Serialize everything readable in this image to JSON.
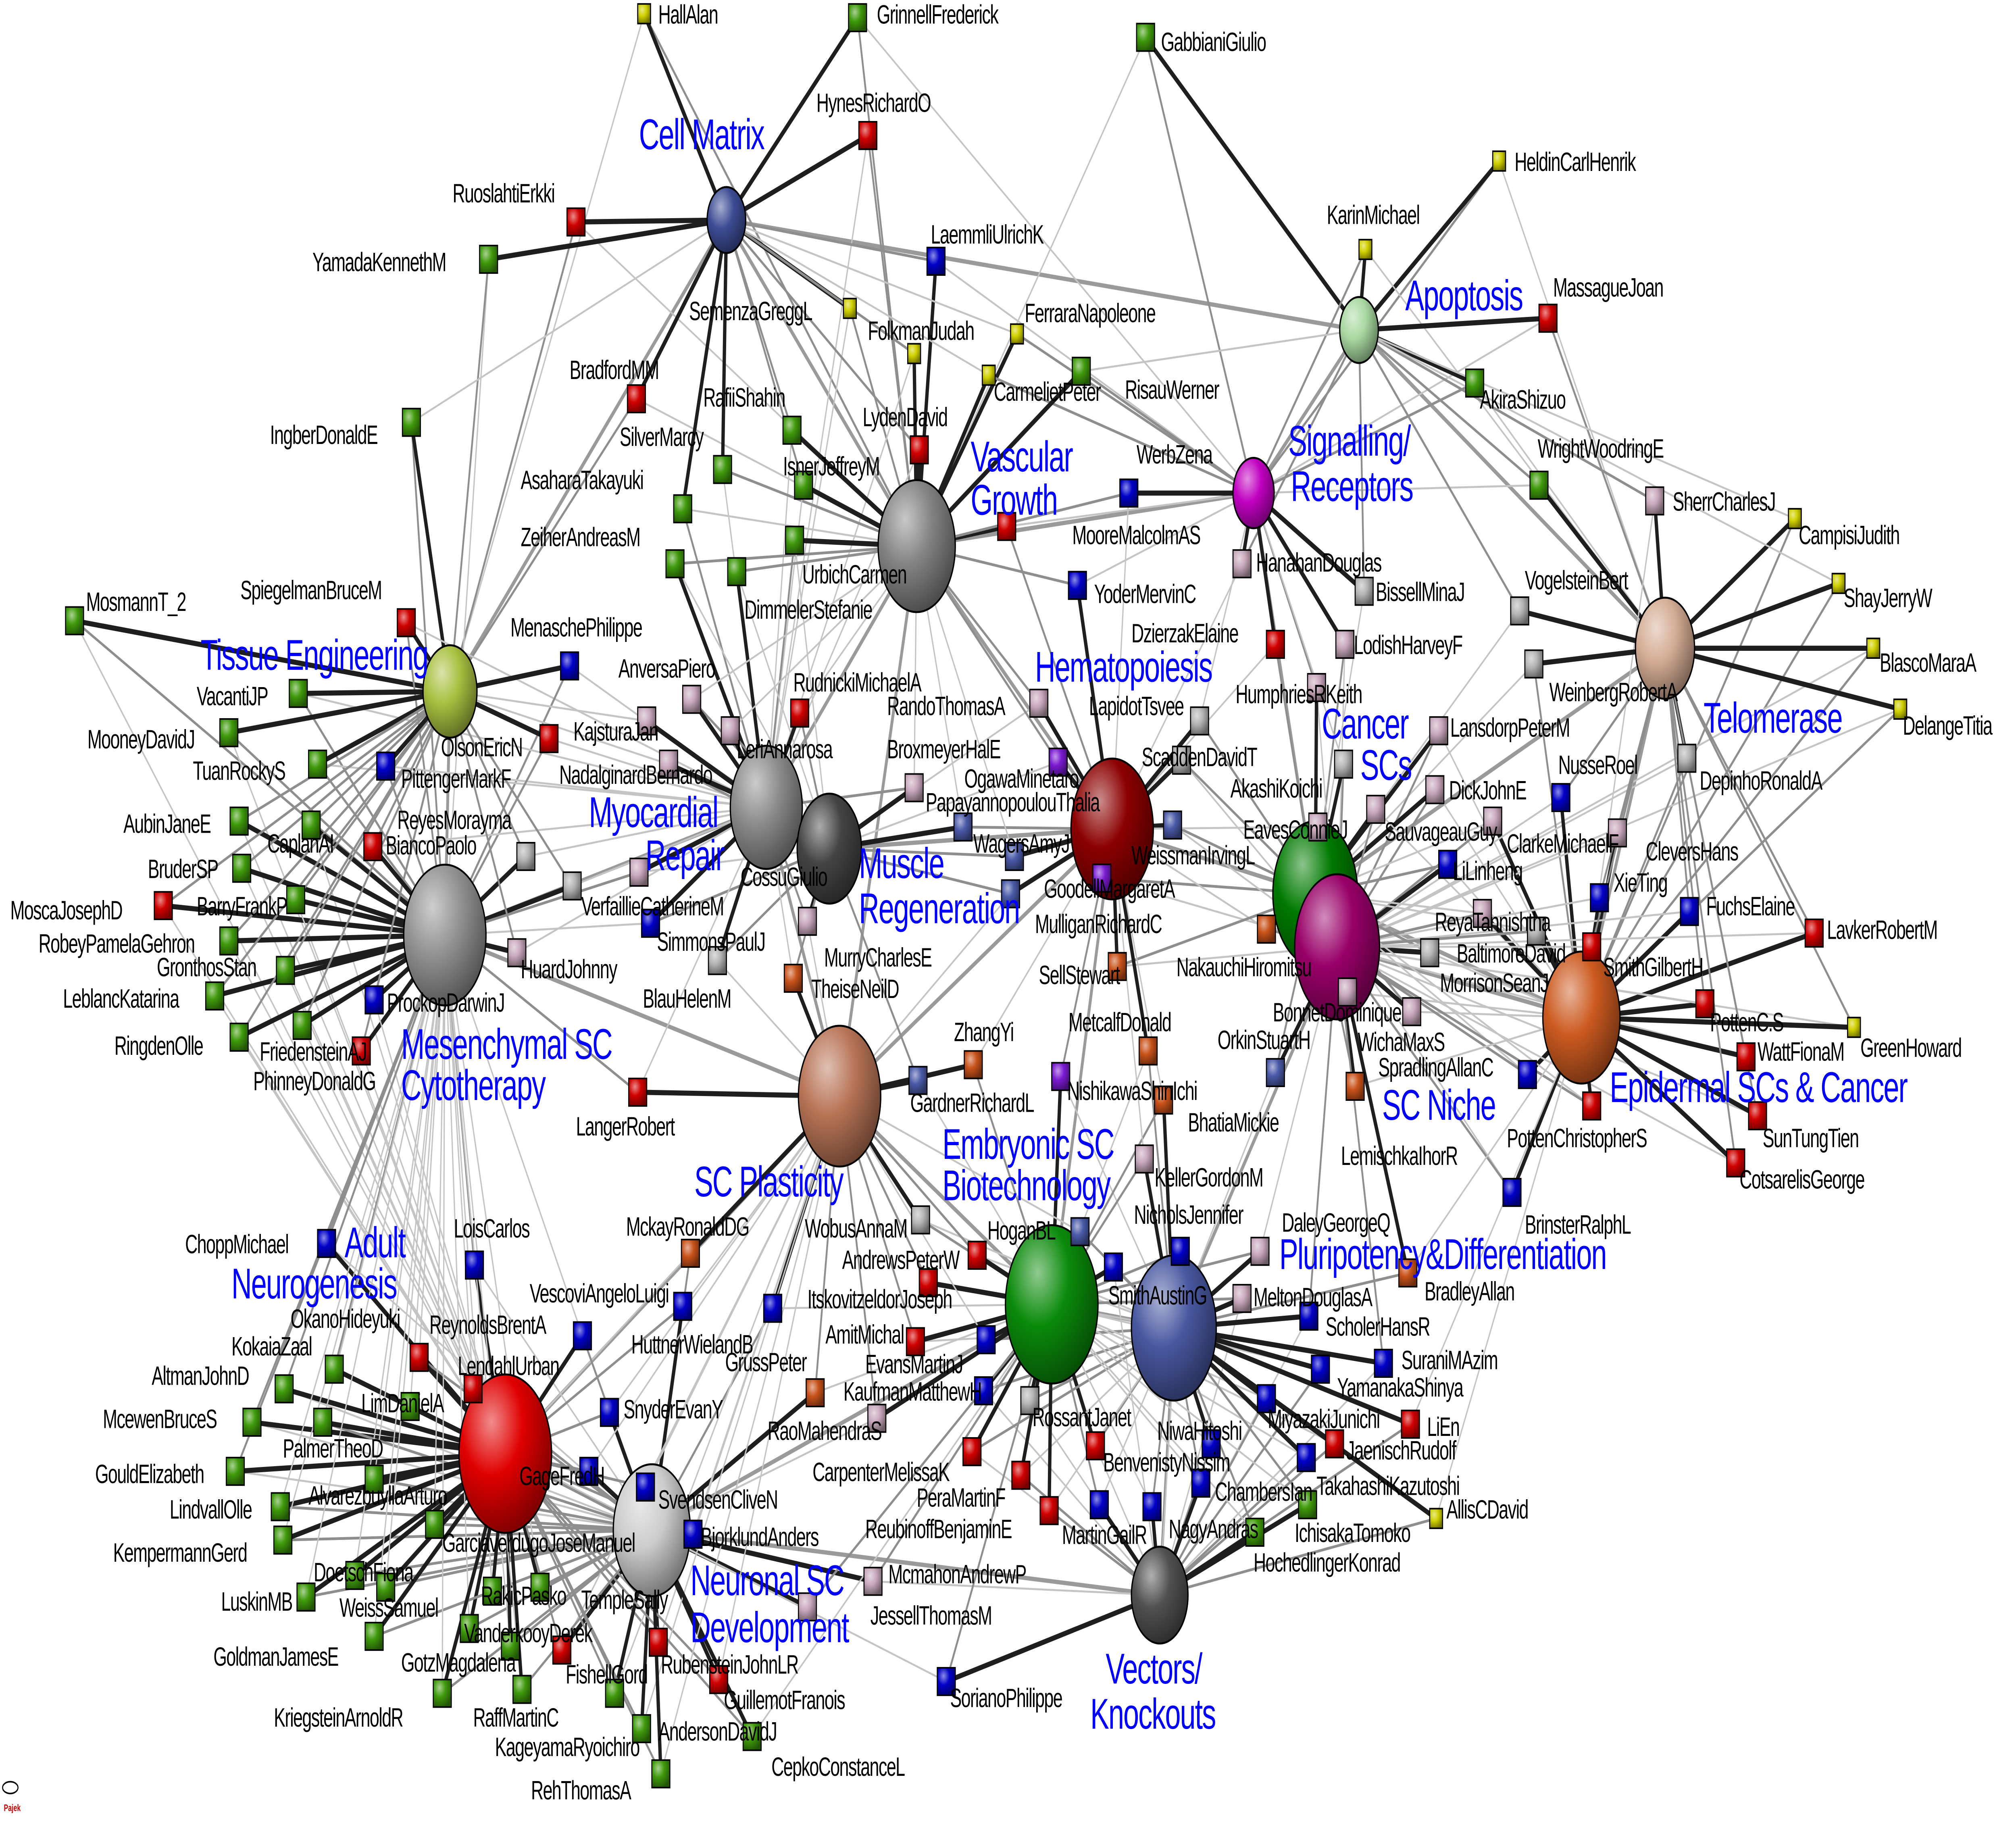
{
  "logo": "Pajek",
  "palette": {
    "g": "#3f9a0c",
    "r": "#d00000",
    "b": "#0000c8",
    "p": "#c8a8bc",
    "s": "#b4b4b4",
    "o": "#c8521a",
    "y": "#d0d000",
    "v": "#7a1ad0",
    "sb": "#4a5aa8"
  },
  "topics": [
    {
      "lines": [
        "Cell Matrix"
      ],
      "color": "#3c4c94"
    },
    {
      "lines": [
        "Vascular",
        "Growth"
      ],
      "color": "#848484"
    },
    {
      "lines": [
        "Apoptosis"
      ],
      "color": "#a8d8a0"
    },
    {
      "lines": [
        "Signalling/",
        "Receptors"
      ],
      "color": "#c000c0"
    },
    {
      "lines": [
        "Telomerase"
      ],
      "color": "#d4ac94"
    },
    {
      "lines": [
        "Tissue Engineering"
      ],
      "color": "#a8c040"
    },
    {
      "lines": [
        "Myocardial",
        "Repair"
      ],
      "color": "#8c8c8c"
    },
    {
      "lines": [
        "Muscle",
        "Regeneration"
      ],
      "color": "#444444"
    },
    {
      "lines": [
        "Hematopoiesis"
      ],
      "color": "#8b0000"
    },
    {
      "lines": [
        "Cancer",
        "SCs"
      ],
      "color": "#007a00"
    },
    {
      "lines": [
        "SC Niche"
      ],
      "color": "#980068"
    },
    {
      "lines": [
        "Mesenchymal SC",
        "Cytotherapy"
      ],
      "color": "#939393"
    },
    {
      "lines": [
        "Epidermal SCs & Cancer"
      ],
      "color": "#cc5a20"
    },
    {
      "lines": [
        "SC Plasticity"
      ],
      "color": "#b87456"
    },
    {
      "lines": [
        "Embryonic SC",
        "Biotechnology"
      ],
      "color": "#0a8a0a"
    },
    {
      "lines": [
        "Pluripotency&Differentiation"
      ],
      "color": "#4858a0"
    },
    {
      "lines": [
        "Adult",
        "Neurogenesis"
      ],
      "color": "#e00000"
    },
    {
      "lines": [
        "Neuronal SC",
        "Development"
      ],
      "color": "#cccccc"
    },
    {
      "lines": [
        "Vectors/",
        "Knockouts"
      ],
      "color": "#505050"
    }
  ],
  "authors": [
    {
      "name": "HallAlan",
      "c": "y"
    },
    {
      "name": "GrinnellFrederick",
      "c": "g"
    },
    {
      "name": "GabbianiGiulio",
      "c": "g"
    },
    {
      "name": "HynesRichardO",
      "c": "r"
    },
    {
      "name": "RuoslahtiErkki",
      "c": "r"
    },
    {
      "name": "YamadaKennethM",
      "c": "g"
    },
    {
      "name": "HeldinCarlHenrik",
      "c": "y"
    },
    {
      "name": "KarinMichael",
      "c": "y"
    },
    {
      "name": "MassagueJoan",
      "c": "r"
    },
    {
      "name": "LaemmliUlrichK",
      "c": "b"
    },
    {
      "name": "SemenzaGreggL",
      "c": "y"
    },
    {
      "name": "FolkmanJudah",
      "c": "y"
    },
    {
      "name": "FerraraNapoleone",
      "c": "y"
    },
    {
      "name": "CarmelietPeter",
      "c": "y"
    },
    {
      "name": "RisauWerner",
      "c": "g"
    },
    {
      "name": "AkiraShizuo",
      "c": "g"
    },
    {
      "name": "BradfordMM",
      "c": "r"
    },
    {
      "name": "RafiiShahin",
      "c": "g"
    },
    {
      "name": "SilverMarcy",
      "c": "g"
    },
    {
      "name": "IsnerJeffreyM",
      "c": "g"
    },
    {
      "name": "LydenDavid",
      "c": "r"
    },
    {
      "name": "IngberDonaldE",
      "c": "g"
    },
    {
      "name": "AsaharaTakayuki",
      "c": "g"
    },
    {
      "name": "ZeiherAndreasM",
      "c": "g"
    },
    {
      "name": "UrbichCarmen",
      "c": "g"
    },
    {
      "name": "DimmelerStefanie",
      "c": "g"
    },
    {
      "name": "MooreMalcolmAS",
      "c": "r"
    },
    {
      "name": "WerbZena",
      "c": "b"
    },
    {
      "name": "YoderMervinC",
      "c": "b"
    },
    {
      "name": "WrightWoodringE",
      "c": "g"
    },
    {
      "name": "SherrCharlesJ",
      "c": "p"
    },
    {
      "name": "CampisiJudith",
      "c": "y"
    },
    {
      "name": "ShayJerryW",
      "c": "y"
    },
    {
      "name": "BlascoMaraA",
      "c": "y"
    },
    {
      "name": "DelangeTitia",
      "c": "y"
    },
    {
      "name": "VogelsteinBert",
      "c": "s"
    },
    {
      "name": "WeinbergRobertA",
      "c": "s"
    },
    {
      "name": "DepinhoRonaldA",
      "c": "s"
    },
    {
      "name": "HanahanDouglas",
      "c": "p"
    },
    {
      "name": "BissellMinaJ",
      "c": "s"
    },
    {
      "name": "LodishHarveyF",
      "c": "p"
    },
    {
      "name": "DzierzakElaine",
      "c": "r"
    },
    {
      "name": "HumphriesRKeith",
      "c": "p"
    },
    {
      "name": "MosmannT_2",
      "c": "g"
    },
    {
      "name": "SpiegelmanBruceM",
      "c": "r"
    },
    {
      "name": "MenaschePhilippe",
      "c": "b"
    },
    {
      "name": "VacantiJP",
      "c": "g"
    },
    {
      "name": "MooneyDavidJ",
      "c": "g"
    },
    {
      "name": "TuanRockyS",
      "c": "g"
    },
    {
      "name": "AubinJaneE",
      "c": "g"
    },
    {
      "name": "CaplanAI",
      "c": "g"
    },
    {
      "name": "BruderSP",
      "c": "g"
    },
    {
      "name": "MoscaJosephD",
      "c": "r"
    },
    {
      "name": "BarryFrankP",
      "c": "g"
    },
    {
      "name": "RobeyPamelaGehron",
      "c": "g"
    },
    {
      "name": "GronthosStan",
      "c": "g"
    },
    {
      "name": "LeblancKatarina",
      "c": "g"
    },
    {
      "name": "RingdenOlle",
      "c": "g"
    },
    {
      "name": "FriedensteinAJ",
      "c": "g"
    },
    {
      "name": "PhinneyDonaldG",
      "c": "r"
    },
    {
      "name": "ProckopDarwinJ",
      "c": "b"
    },
    {
      "name": "PittengerMarkF",
      "c": "b"
    },
    {
      "name": "OlsonEricN",
      "c": "r"
    },
    {
      "name": "BiancoPaolo",
      "c": "r"
    },
    {
      "name": "ReyesMorayma",
      "c": "s"
    },
    {
      "name": "KajsturaJan",
      "c": "p"
    },
    {
      "name": "AnversaPiero",
      "c": "p"
    },
    {
      "name": "NadalginardBernardo",
      "c": "p"
    },
    {
      "name": "LeriAnnarosa",
      "c": "p"
    },
    {
      "name": "RudnickiMichaelA",
      "c": "r"
    },
    {
      "name": "VerfaillieCatherineM",
      "c": "s"
    },
    {
      "name": "CossuGiulio",
      "c": "p"
    },
    {
      "name": "SimmonsPaulJ",
      "c": "b"
    },
    {
      "name": "HuardJohnny",
      "c": "p"
    },
    {
      "name": "BlauHelenM",
      "c": "s"
    },
    {
      "name": "MurryCharlesE",
      "c": "p"
    },
    {
      "name": "TheiseNeilD",
      "c": "o"
    },
    {
      "name": "RandoThomasA",
      "c": "p"
    },
    {
      "name": "BroxmeyerHalE",
      "c": "p"
    },
    {
      "name": "OgawaMinetaro",
      "c": "v"
    },
    {
      "name": "PapayannopoulouThalia",
      "c": "sb"
    },
    {
      "name": "WagersAmyJ",
      "c": "sb"
    },
    {
      "name": "GoodellMargaretA",
      "c": "sb"
    },
    {
      "name": "MulliganRichardC",
      "c": "v"
    },
    {
      "name": "LapidotTsvee",
      "c": "s"
    },
    {
      "name": "ScaddenDavidT",
      "c": "s"
    },
    {
      "name": "AkashiKoichi",
      "c": "s"
    },
    {
      "name": "WeissmanIrvingL",
      "c": "sb"
    },
    {
      "name": "EavesConnieJ",
      "c": "p"
    },
    {
      "name": "NakauchiHiromitsu",
      "c": "o"
    },
    {
      "name": "SellStewart",
      "c": "o"
    },
    {
      "name": "BonnetDominique",
      "c": "p"
    },
    {
      "name": "OrkinStuartH",
      "c": "sb"
    },
    {
      "name": "MetcalfDonald",
      "c": "o"
    },
    {
      "name": "ZhangYi",
      "c": "o"
    },
    {
      "name": "NishikawaShinIchi",
      "c": "v"
    },
    {
      "name": "GardnerRichardL",
      "c": "sb"
    },
    {
      "name": "BhatiaMickie",
      "c": "o"
    },
    {
      "name": "KellerGordonM",
      "c": "p"
    },
    {
      "name": "LansdorpPeterM",
      "c": "p"
    },
    {
      "name": "DickJohnE",
      "c": "p"
    },
    {
      "name": "SauvageauGuy",
      "c": "p"
    },
    {
      "name": "ClarkeMichaelF",
      "c": "p"
    },
    {
      "name": "NusseRoel",
      "c": "b"
    },
    {
      "name": "CleversHans",
      "c": "p"
    },
    {
      "name": "LiLinheng",
      "c": "b"
    },
    {
      "name": "XieTing",
      "c": "b"
    },
    {
      "name": "FuchsElaine",
      "c": "b"
    },
    {
      "name": "ReyaTannishtha",
      "c": "p"
    },
    {
      "name": "BaltimoreDavid",
      "c": "s"
    },
    {
      "name": "MorrisonSeanJ",
      "c": "s"
    },
    {
      "name": "SmithGilbertH",
      "c": "r"
    },
    {
      "name": "LavkerRobertM",
      "c": "r"
    },
    {
      "name": "WichaMaxS",
      "c": "p"
    },
    {
      "name": "SpradlingAllanC",
      "c": "b"
    },
    {
      "name": "PottenC.S",
      "c": "r"
    },
    {
      "name": "GreenHoward",
      "c": "y"
    },
    {
      "name": "WattFionaM",
      "c": "r"
    },
    {
      "name": "SunTungTien",
      "c": "r"
    },
    {
      "name": "CotsarelisGeorge",
      "c": "r"
    },
    {
      "name": "PottenChristopherS",
      "c": "r"
    },
    {
      "name": "BrinsterRalphL",
      "c": "b"
    },
    {
      "name": "LemischkaIhorR",
      "c": "o"
    },
    {
      "name": "DaleyGeorgeQ",
      "c": "p"
    },
    {
      "name": "NicholsJennifer",
      "c": "b"
    },
    {
      "name": "HoganBL",
      "c": "sb"
    },
    {
      "name": "WobusAnnaM",
      "c": "s"
    },
    {
      "name": "MckayRonaldDG",
      "c": "o"
    },
    {
      "name": "AndrewsPeterW",
      "c": "r"
    },
    {
      "name": "ItskovitzeldorJoseph",
      "c": "r"
    },
    {
      "name": "AmitMichal",
      "c": "r"
    },
    {
      "name": "EvansMartinJ",
      "c": "b"
    },
    {
      "name": "KaufmanMatthewH",
      "c": "b"
    },
    {
      "name": "RossantJanet",
      "c": "s"
    },
    {
      "name": "RaoMahendraS",
      "c": "p"
    },
    {
      "name": "GrussPeter",
      "c": "o"
    },
    {
      "name": "SmithAustinG",
      "c": "b"
    },
    {
      "name": "MeltonDouglasA",
      "c": "p"
    },
    {
      "name": "BradleyAllan",
      "c": "o"
    },
    {
      "name": "ScholerHansR",
      "c": "b"
    },
    {
      "name": "SuraniMAzim",
      "c": "b"
    },
    {
      "name": "YamanakaShinya",
      "c": "b"
    },
    {
      "name": "MiyazakiJunichi",
      "c": "b"
    },
    {
      "name": "LiEn",
      "c": "r"
    },
    {
      "name": "JaenischRudolf",
      "c": "r"
    },
    {
      "name": "TakahashiKazutoshi",
      "c": "b"
    },
    {
      "name": "NiwaHitoshi",
      "c": "b"
    },
    {
      "name": "BenvenistyNissim",
      "c": "r"
    },
    {
      "name": "CarpenterMelissaK",
      "c": "r"
    },
    {
      "name": "PeraMartinF",
      "c": "r"
    },
    {
      "name": "ChambersIan",
      "c": "b"
    },
    {
      "name": "IchisakaTomoko",
      "c": "g"
    },
    {
      "name": "AllisCDavid",
      "c": "y"
    },
    {
      "name": "HochedlingerKonrad",
      "c": "g"
    },
    {
      "name": "ReubinoffBenjaminE",
      "c": "r"
    },
    {
      "name": "MartinGailR",
      "c": "b"
    },
    {
      "name": "NagyAndras",
      "c": "b"
    },
    {
      "name": "McmahonAndrewP",
      "c": "p"
    },
    {
      "name": "JessellThomasM",
      "c": "p"
    },
    {
      "name": "SorianoPhilippe",
      "c": "b"
    },
    {
      "name": "ChoppMichael",
      "c": "b"
    },
    {
      "name": "LoisCarlos",
      "c": "b"
    },
    {
      "name": "VescoviAngeloLuigi",
      "c": "b"
    },
    {
      "name": "ReynoldsBrentA",
      "c": "b"
    },
    {
      "name": "OkanoHideyuki",
      "c": "r"
    },
    {
      "name": "HuttnerWielandB",
      "c": "b"
    },
    {
      "name": "KokaiaZaal",
      "c": "g"
    },
    {
      "name": "AltmanJohnD",
      "c": "g"
    },
    {
      "name": "LendahlUrban",
      "c": "r"
    },
    {
      "name": "McewenBruceS",
      "c": "g"
    },
    {
      "name": "LimDanielA",
      "c": "g"
    },
    {
      "name": "SnyderEvanY",
      "c": "b"
    },
    {
      "name": "PalmerTheoD",
      "c": "g"
    },
    {
      "name": "GouldElizabeth",
      "c": "g"
    },
    {
      "name": "AlvarezbuyllaArturo",
      "c": "g"
    },
    {
      "name": "LindvallOlle",
      "c": "g"
    },
    {
      "name": "GageFredH",
      "c": "b"
    },
    {
      "name": "SvendsenCliveN",
      "c": "b"
    },
    {
      "name": "KempermannGerd",
      "c": "g"
    },
    {
      "name": "GarciaverdugoJoseManuel",
      "c": "g"
    },
    {
      "name": "BjorklundAnders",
      "c": "b"
    },
    {
      "name": "DoetschFiona",
      "c": "g"
    },
    {
      "name": "LuskinMB",
      "c": "g"
    },
    {
      "name": "WeissSamuel",
      "c": "g"
    },
    {
      "name": "RakicPasko",
      "c": "g"
    },
    {
      "name": "TempleSally",
      "c": "g"
    },
    {
      "name": "VanderkooyDerek",
      "c": "g"
    },
    {
      "name": "GoldmanJamesE",
      "c": "g"
    },
    {
      "name": "GotzMagdalena",
      "c": "g"
    },
    {
      "name": "FishellGord",
      "c": "r"
    },
    {
      "name": "RubensteinJohnLR",
      "c": "r"
    },
    {
      "name": "KriegsteinArnoldR",
      "c": "g"
    },
    {
      "name": "RaffMartinC",
      "c": "g"
    },
    {
      "name": "GuillemotFranois",
      "c": "r"
    },
    {
      "name": "AndersonDavidJ",
      "c": "g"
    },
    {
      "name": "KageyamaRyoichiro",
      "c": "g"
    },
    {
      "name": "CepkoConstanceL",
      "c": "g"
    },
    {
      "name": "RehThomasA",
      "c": "g"
    },
    {
      "name": "LangerRobert",
      "c": "r"
    }
  ]
}
